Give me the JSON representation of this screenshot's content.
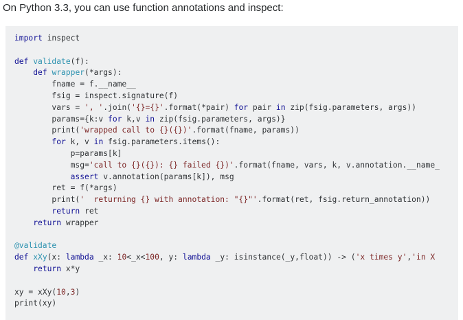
{
  "intro_text": "On Python 3.3, you can use function annotations and inspect:",
  "colors": {
    "background": "#ffffff",
    "code_background": "#eff0f1",
    "text": "#242729",
    "code_text": "#303336",
    "keyword": "#101094",
    "function": "#2b91af",
    "string": "#7d2727"
  },
  "code_lines": [
    [
      {
        "t": "import",
        "k": "kw"
      },
      {
        "t": " inspect",
        "k": "plain"
      }
    ],
    [],
    [
      {
        "t": "def",
        "k": "kw"
      },
      {
        "t": " ",
        "k": "plain"
      },
      {
        "t": "validate",
        "k": "fn"
      },
      {
        "t": "(f):",
        "k": "plain"
      }
    ],
    [
      {
        "t": "    ",
        "k": "plain"
      },
      {
        "t": "def",
        "k": "kw"
      },
      {
        "t": " ",
        "k": "plain"
      },
      {
        "t": "wrapper",
        "k": "fn"
      },
      {
        "t": "(*args):",
        "k": "plain"
      }
    ],
    [
      {
        "t": "        fname = f.__name__",
        "k": "plain"
      }
    ],
    [
      {
        "t": "        fsig = inspect.signature(f)",
        "k": "plain"
      }
    ],
    [
      {
        "t": "        vars = ",
        "k": "plain"
      },
      {
        "t": "', '",
        "k": "str"
      },
      {
        "t": ".join(",
        "k": "plain"
      },
      {
        "t": "'{}={}'",
        "k": "str"
      },
      {
        "t": ".format(*pair) ",
        "k": "plain"
      },
      {
        "t": "for",
        "k": "kw"
      },
      {
        "t": " pair ",
        "k": "plain"
      },
      {
        "t": "in",
        "k": "kw"
      },
      {
        "t": " zip(fsig.parameters, args))",
        "k": "plain"
      }
    ],
    [
      {
        "t": "        params={k:v ",
        "k": "plain"
      },
      {
        "t": "for",
        "k": "kw"
      },
      {
        "t": " k,v ",
        "k": "plain"
      },
      {
        "t": "in",
        "k": "kw"
      },
      {
        "t": " zip(fsig.parameters, args)}",
        "k": "plain"
      }
    ],
    [
      {
        "t": "        print(",
        "k": "plain"
      },
      {
        "t": "'wrapped call to {}({})'",
        "k": "str"
      },
      {
        "t": ".format(fname, params))",
        "k": "plain"
      }
    ],
    [
      {
        "t": "        ",
        "k": "plain"
      },
      {
        "t": "for",
        "k": "kw"
      },
      {
        "t": " k, v ",
        "k": "plain"
      },
      {
        "t": "in",
        "k": "kw"
      },
      {
        "t": " fsig.parameters.items():",
        "k": "plain"
      }
    ],
    [
      {
        "t": "            p=params[k]",
        "k": "plain"
      }
    ],
    [
      {
        "t": "            msg=",
        "k": "plain"
      },
      {
        "t": "'call to {}({}): {} failed {})'",
        "k": "str"
      },
      {
        "t": ".format(fname, vars, k, v.annotation.__name_",
        "k": "plain"
      }
    ],
    [
      {
        "t": "            ",
        "k": "plain"
      },
      {
        "t": "assert",
        "k": "kw"
      },
      {
        "t": " v.annotation(params[k]), msg",
        "k": "plain"
      }
    ],
    [
      {
        "t": "        ret = f(*args)",
        "k": "plain"
      }
    ],
    [
      {
        "t": "        print(",
        "k": "plain"
      },
      {
        "t": "'  returning {} with annotation: \"{}\"'",
        "k": "str"
      },
      {
        "t": ".format(ret, fsig.return_annotation))",
        "k": "plain"
      }
    ],
    [
      {
        "t": "        ",
        "k": "plain"
      },
      {
        "t": "return",
        "k": "kw"
      },
      {
        "t": " ret",
        "k": "plain"
      }
    ],
    [
      {
        "t": "    ",
        "k": "plain"
      },
      {
        "t": "return",
        "k": "kw"
      },
      {
        "t": " wrapper",
        "k": "plain"
      }
    ],
    [],
    [
      {
        "t": "@validate",
        "k": "fn"
      }
    ],
    [
      {
        "t": "def",
        "k": "kw"
      },
      {
        "t": " ",
        "k": "plain"
      },
      {
        "t": "xXy",
        "k": "fn"
      },
      {
        "t": "(x: ",
        "k": "plain"
      },
      {
        "t": "lambda",
        "k": "kw"
      },
      {
        "t": " _x: ",
        "k": "plain"
      },
      {
        "t": "10",
        "k": "num"
      },
      {
        "t": "<_x<",
        "k": "plain"
      },
      {
        "t": "100",
        "k": "num"
      },
      {
        "t": ", y: ",
        "k": "plain"
      },
      {
        "t": "lambda",
        "k": "kw"
      },
      {
        "t": " _y: isinstance(_y,float)) -> (",
        "k": "plain"
      },
      {
        "t": "'x times y'",
        "k": "str"
      },
      {
        "t": ",",
        "k": "plain"
      },
      {
        "t": "'in X",
        "k": "str"
      }
    ],
    [
      {
        "t": "    ",
        "k": "plain"
      },
      {
        "t": "return",
        "k": "kw"
      },
      {
        "t": " x*y",
        "k": "plain"
      }
    ],
    [],
    [
      {
        "t": "xy = xXy(",
        "k": "plain"
      },
      {
        "t": "10",
        "k": "num"
      },
      {
        "t": ",",
        "k": "plain"
      },
      {
        "t": "3",
        "k": "num"
      },
      {
        "t": ")",
        "k": "plain"
      }
    ],
    [
      {
        "t": "print(xy)",
        "k": "plain"
      }
    ]
  ]
}
